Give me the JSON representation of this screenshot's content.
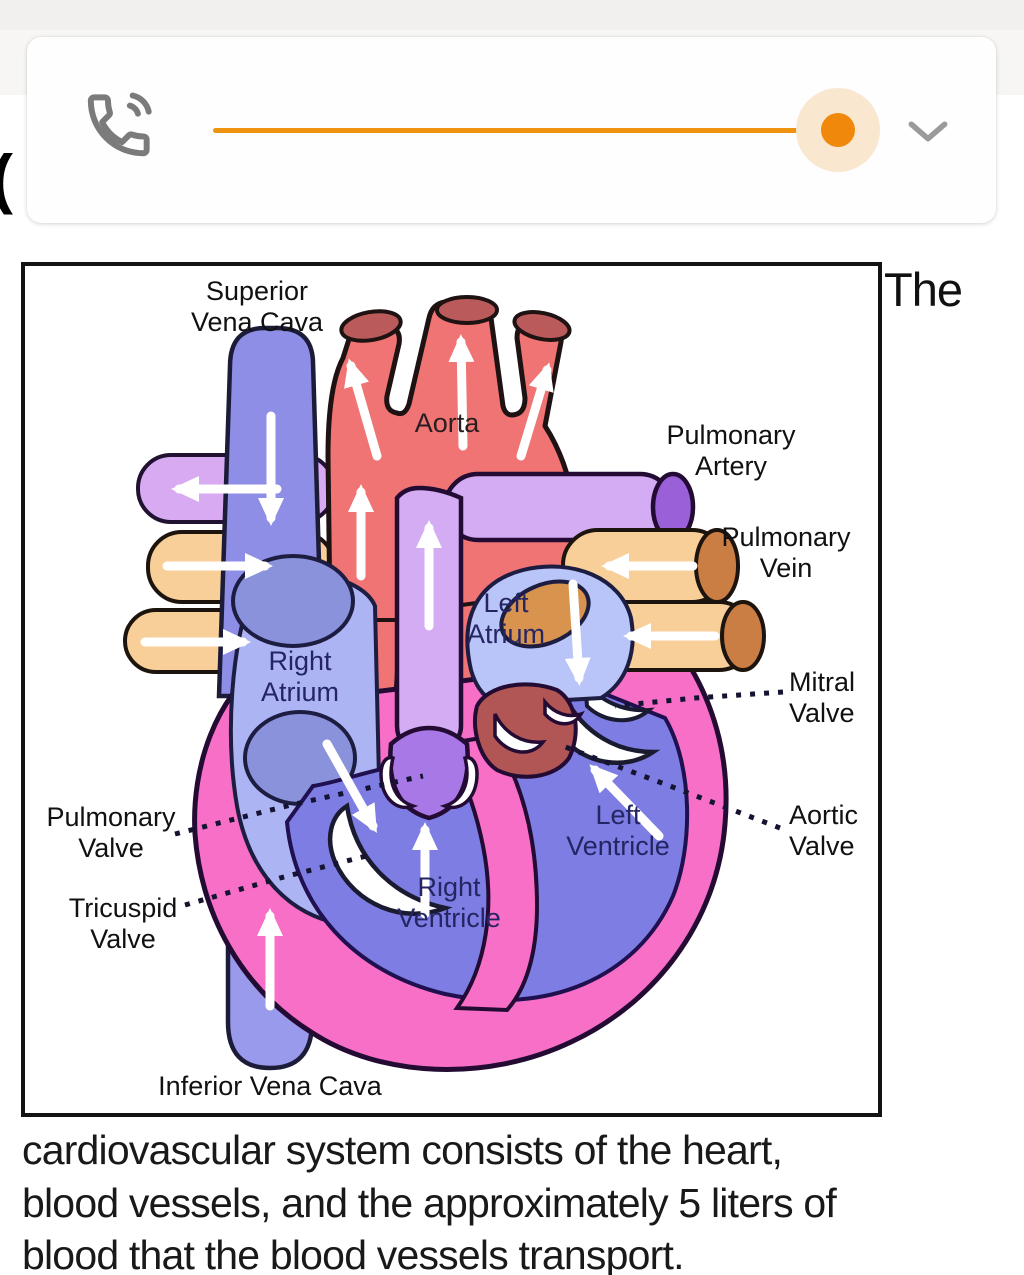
{
  "player": {
    "phone_icon": "phone-call-icon",
    "expand_icon": "chevron-down-icon",
    "slider": {
      "value_percent": 97,
      "track_color": "#EF9210",
      "thumb_color": "#F0890B",
      "halo_color": "#F9E7D0"
    }
  },
  "edge_glyph": "(",
  "diagram": {
    "labels": {
      "superior_vena_cava": "Superior\nVena Cava",
      "aorta": "Aorta",
      "pulmonary_artery": "Pulmonary\nArtery",
      "pulmonary_vein": "Pulmonary\nVein",
      "left_atrium": "Left\nAtrium",
      "right_atrium": "Right\nAtrium",
      "mitral_valve": "Mitral\nValve",
      "aortic_valve": "Aortic\nValve",
      "left_ventricle": "Left\nVentricle",
      "right_ventricle": "Right\nVentricle",
      "pulmonary_valve": "Pulmonary\nValve",
      "tricuspid_valve": "Tricuspid\nValve",
      "inferior_vena_cava": "Inferior Vena Cava"
    },
    "colors": {
      "heart_wall_pink": "#F76FC7",
      "aorta_red": "#F07474",
      "aorta_opening_red": "#BB5A5A",
      "vena_cava_blue": "#8E8EE6",
      "atrium_blue": "#ADB4F4",
      "ventricle_blue": "#7D7DE4",
      "pulmonary_artery_lilac": "#D3ACF4",
      "pulmonary_artery_end": "#9A60D8",
      "pulmonary_vein_tan": "#F8CF98",
      "pulmonary_vein_end": "#CB7E44",
      "valve_white": "#FFFFFF"
    }
  },
  "sentence": {
    "lead": "The",
    "line1": "cardiovascular system consists of the heart,",
    "line2": "blood vessels, and the approximately 5 liters of",
    "line3": "blood that the blood vessels transport."
  }
}
